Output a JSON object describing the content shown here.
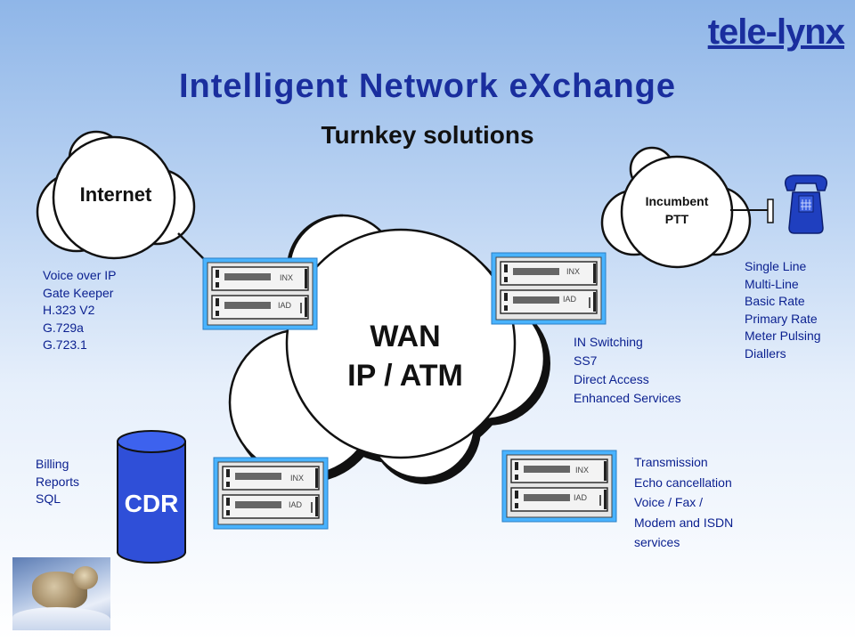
{
  "brand": "tele-lynx",
  "title": "Intelligent Network eXchange",
  "subtitle": "Turnkey solutions",
  "clouds": {
    "internet": "Internet",
    "incumbent": [
      "Incumbent",
      "PTT"
    ],
    "wan": [
      "WAN",
      "IP / ATM"
    ]
  },
  "cdr": "CDR",
  "devices": {
    "top": "INX",
    "bottom": "IAD"
  },
  "notes": {
    "voip": [
      "Voice over IP",
      "Gate Keeper",
      "H.323 V2",
      "G.729a",
      "G.723.1"
    ],
    "phone": [
      "Single Line",
      "Multi-Line",
      "Basic Rate",
      "Primary Rate",
      "Meter Pulsing",
      "Diallers"
    ],
    "in_switching": [
      "IN Switching",
      "SS7",
      "Direct Access",
      "Enhanced Services"
    ],
    "billing": [
      "Billing",
      "Reports",
      "SQL"
    ],
    "transmission": [
      "Transmission",
      "Echo cancellation",
      "Voice / Fax /",
      "Modem and ISDN",
      "services"
    ]
  },
  "colors": {
    "brand": "#1a2e9e",
    "device_frame": "#49b3ff",
    "device_body": "#e8e8e8",
    "cdr": "#2f4fd8",
    "text": "#0a1f8f"
  }
}
